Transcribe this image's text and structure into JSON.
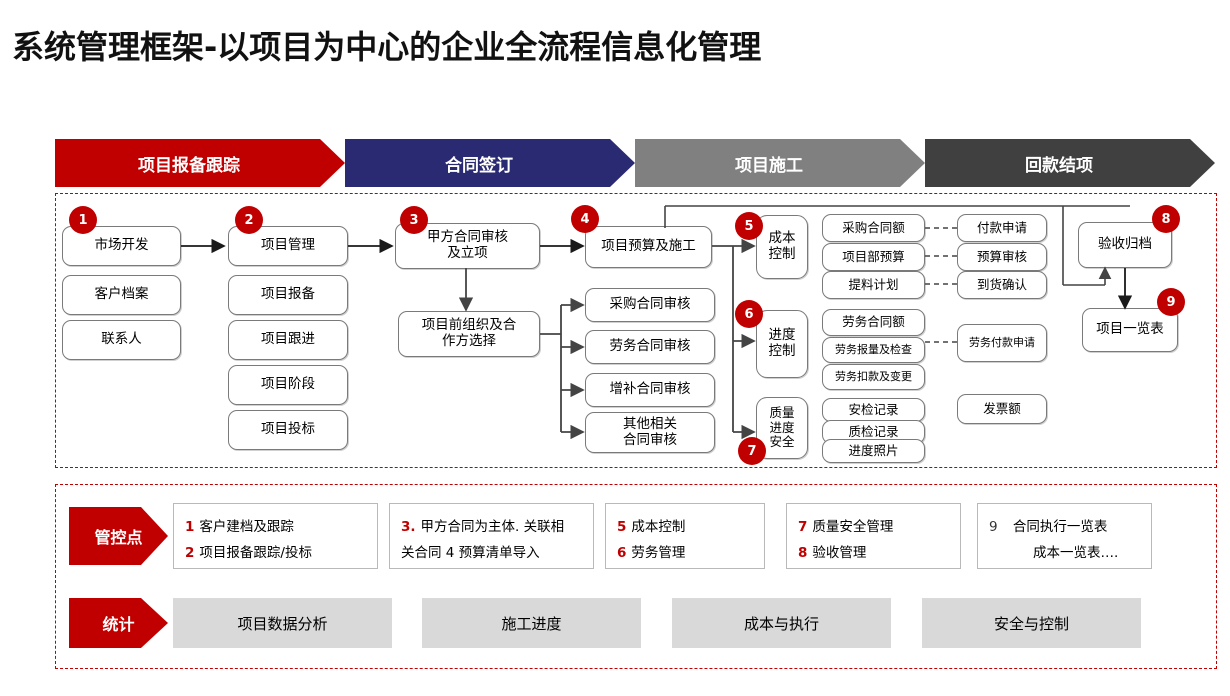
{
  "title": "系统管理框架-以项目为中心的企业全流程信息化管理",
  "colors": {
    "red": "#C00000",
    "navy": "#2A2A72",
    "gray": "#808080",
    "dark_gray": "#404040",
    "stat_gray": "#D9D9D9",
    "node_border": "#7A7A7A"
  },
  "phases": [
    {
      "label": "项目报备跟踪",
      "color": "#C00000"
    },
    {
      "label": "合同签订",
      "color": "#2A2A72"
    },
    {
      "label": "项目施工",
      "color": "#808080"
    },
    {
      "label": "回款结项",
      "color": "#404040"
    }
  ],
  "flow": {
    "col_market": [
      "市场开发",
      "客户档案",
      "联系人"
    ],
    "col_project": [
      "项目管理",
      "项目报备",
      "项目跟进",
      "项目阶段",
      "项目投标"
    ],
    "contract_review": "甲方合同审核\n及立项",
    "pre_org": "项目前组织及合\n作方选择",
    "budget_build": "项目预算及施工",
    "contract_items": [
      "采购合同审核",
      "劳务合同审核",
      "增补合同审核",
      "其他相关\n合同审核"
    ],
    "cost_control": {
      "title": "成本\n控制",
      "items": [
        "采购合同额",
        "项目部预算",
        "提料计划"
      ],
      "linked": [
        "付款申请",
        "预算审核",
        "到货确认"
      ]
    },
    "progress_control": {
      "title": "进度\n控制",
      "items": [
        "劳务合同额",
        "劳务报量及检查",
        "劳务扣款及变更"
      ],
      "linked": [
        "劳务付款申请"
      ]
    },
    "quality_control": {
      "title": "质量\n进度\n安全",
      "items": [
        "安检记录",
        "质检记录",
        "进度照片"
      ]
    },
    "invoice": "发票额",
    "acceptance": "验收归档",
    "project_list": "项目一览表"
  },
  "badges": [
    {
      "n": "1"
    },
    {
      "n": "2"
    },
    {
      "n": "3"
    },
    {
      "n": "4"
    },
    {
      "n": "5"
    },
    {
      "n": "6"
    },
    {
      "n": "7"
    },
    {
      "n": "8"
    },
    {
      "n": "9"
    }
  ],
  "control_points": {
    "tag": "管控点",
    "groups": [
      {
        "lines": [
          {
            "num": "1",
            "text": "客户建档及跟踪"
          },
          {
            "num": "2",
            "text": "项目报备跟踪/投标"
          }
        ]
      },
      {
        "lines": [
          {
            "num": "3.",
            "text": "甲方合同为主体. 关联相"
          },
          {
            "num": "",
            "text": "关合同  4  预算清单导入"
          }
        ]
      },
      {
        "lines": [
          {
            "num": "5",
            "text": "成本控制"
          },
          {
            "num": "6",
            "text": "劳务管理"
          }
        ]
      },
      {
        "lines": [
          {
            "num": "7",
            "text": "质量安全管理"
          },
          {
            "num": "8",
            "text": "验收管理"
          }
        ]
      },
      {
        "lines": [
          {
            "num": "9",
            "text": "合同执行一览表",
            "gray": true
          },
          {
            "num": "",
            "text": "成本一览表…."
          }
        ]
      }
    ]
  },
  "statistics": {
    "tag": "统计",
    "items": [
      "项目数据分析",
      "施工进度",
      "成本与执行",
      "安全与控制"
    ]
  }
}
